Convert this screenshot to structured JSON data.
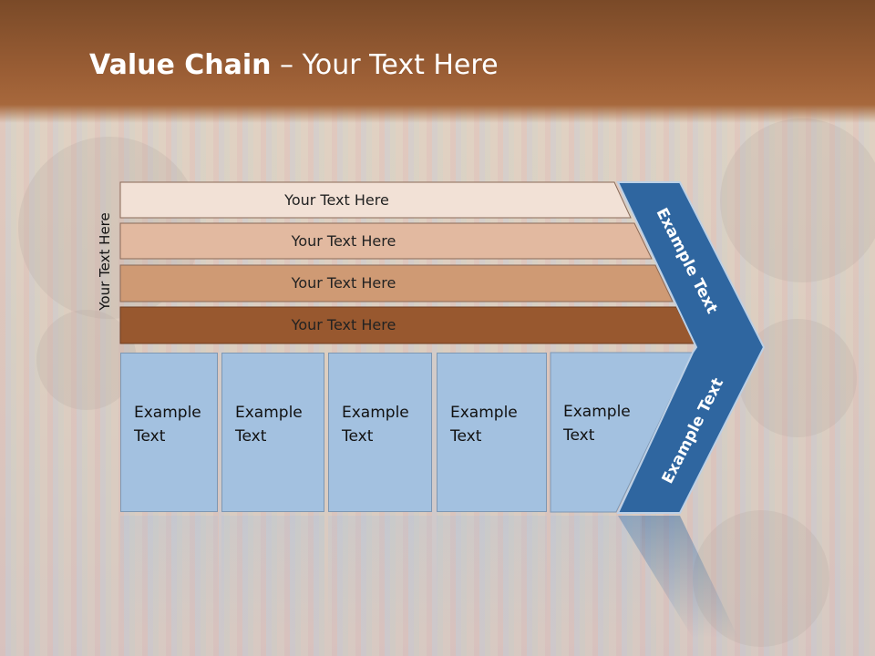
{
  "slide": {
    "title_bold": "Value Chain",
    "title_rest": " – Your Text Here",
    "vertical_label": "Your Text Here"
  },
  "bars": [
    {
      "label": "Your Text Here",
      "color": "#f2e1d6"
    },
    {
      "label": "Your Text Here",
      "color": "#e2b9a0"
    },
    {
      "label": "Your Text Here",
      "color": "#cf9a74"
    },
    {
      "label": "Your Text Here",
      "color": "#98582f"
    }
  ],
  "boxes": [
    {
      "line1": "Example",
      "line2": "Text"
    },
    {
      "line1": "Example",
      "line2": "Text"
    },
    {
      "line1": "Example",
      "line2": "Text"
    },
    {
      "line1": "Example",
      "line2": "Text"
    },
    {
      "line1": "Example",
      "line2": "Text"
    }
  ],
  "chevron": {
    "upper_label": "Example Text",
    "lower_label": "Example Text",
    "color": "#2f66a0"
  }
}
